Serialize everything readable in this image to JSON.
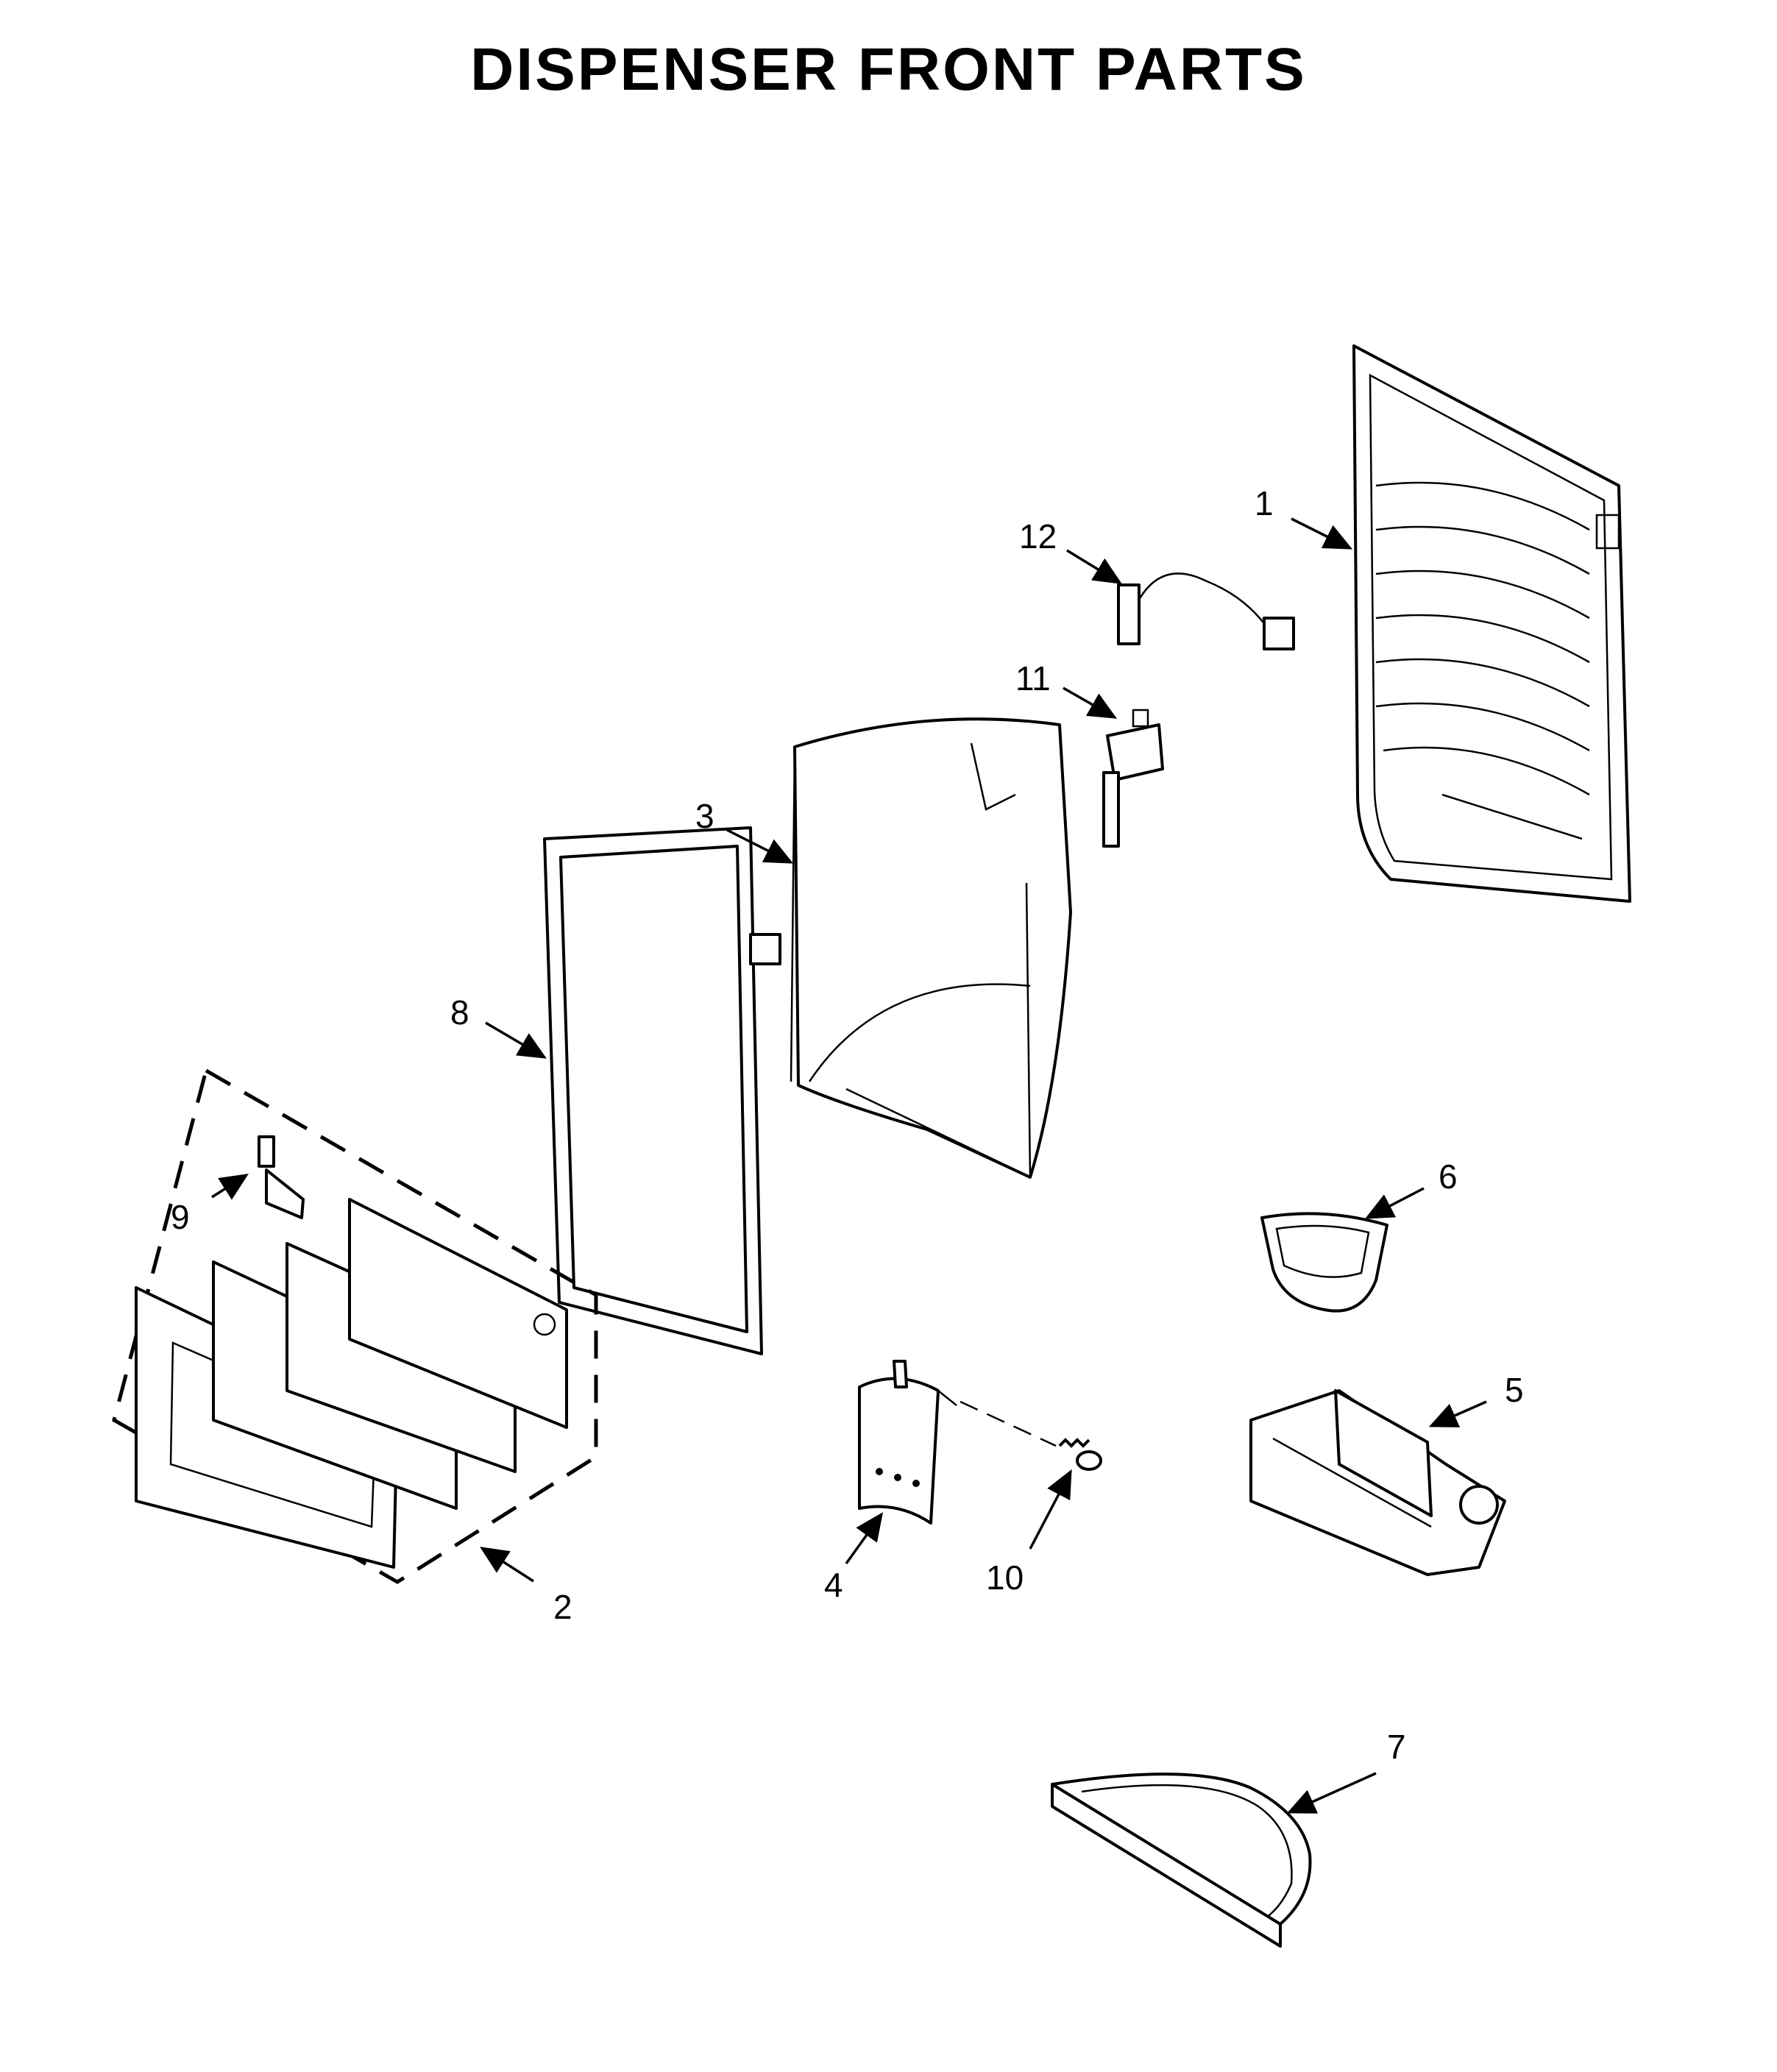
{
  "title": "DISPENSER FRONT PARTS",
  "callouts": {
    "c1": "1",
    "c2": "2",
    "c3": "3",
    "c4": "4",
    "c5": "5",
    "c6": "6",
    "c7": "7",
    "c8": "8",
    "c9": "9",
    "c10": "10",
    "c11": "11",
    "c12": "12"
  }
}
